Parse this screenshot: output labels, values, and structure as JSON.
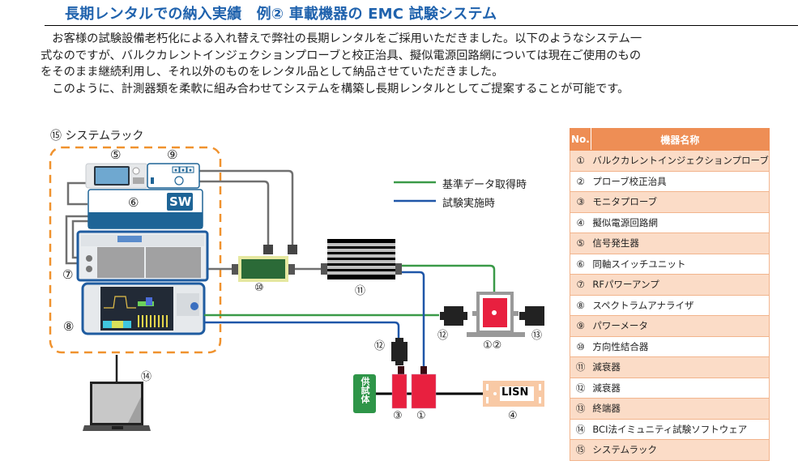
{
  "title": "長期レンタルでの納入実績　例② 車載機器の EMC 試験システム",
  "description": [
    "　お客様の試験設備老朽化による入れ替えで弊社の長期レンタルをご採用いただきました。以下のようなシステム一",
    "式なのですが、バルクカレントインジェクションプローブと校正治具、擬似電源回路網については現在ご使用のもの",
    "をそのまま継続利用し、それ以外のものをレンタル品として納品させていただきました。",
    "　このように、計測器類を柔軟に組み合わせてシステムを構築し長期レンタルとしてご提案することが可能です。"
  ],
  "diagram": {
    "rack_label": "⑮ システムラック",
    "labels": {
      "n5": "⑤",
      "n9": "⑨",
      "n6": "⑥",
      "n7": "⑦",
      "n8": "⑧",
      "n10": "⑩",
      "n11": "⑪",
      "n12a": "⑫",
      "n12b": "⑫",
      "n13": "⑬",
      "n12c": "①②",
      "n14": "⑭",
      "n3": "③",
      "n1": "①",
      "n4": "④"
    },
    "sw_label": "SW",
    "lisn_label": "LISN",
    "dut_label": "供試体",
    "legend": [
      {
        "label": "基準データ取得時",
        "color": "#3a9a48"
      },
      {
        "label": "試験実施時",
        "color": "#1f56a8"
      }
    ],
    "colors": {
      "rack_border": "#f0922e",
      "cable_gray": "#707070",
      "probe_red": "#e8203f",
      "dut_green": "#2e9548",
      "lisn_fill": "#f8c9a5",
      "switch_blue": "#1e6496"
    }
  },
  "table": {
    "headers": {
      "no": "No.",
      "name": "機器名称"
    },
    "rows": [
      {
        "no": "①",
        "name": "バルクカレントインジェクションプローブ"
      },
      {
        "no": "②",
        "name": "プローブ校正治具"
      },
      {
        "no": "③",
        "name": "モニタプローブ"
      },
      {
        "no": "④",
        "name": "擬似電源回路網"
      },
      {
        "no": "⑤",
        "name": "信号発生器"
      },
      {
        "no": "⑥",
        "name": "同軸スイッチユニット"
      },
      {
        "no": "⑦",
        "name": "RFパワーアンプ"
      },
      {
        "no": "⑧",
        "name": "スペクトラムアナライザ"
      },
      {
        "no": "⑨",
        "name": "パワーメータ"
      },
      {
        "no": "⑩",
        "name": "方向性結合器"
      },
      {
        "no": "⑪",
        "name": "減衰器"
      },
      {
        "no": "⑫",
        "name": "減衰器"
      },
      {
        "no": "⑬",
        "name": "終端器"
      },
      {
        "no": "⑭",
        "name": "BCI法イミュニティ試験ソフトウェア"
      },
      {
        "no": "⑮",
        "name": "システムラック"
      }
    ]
  }
}
